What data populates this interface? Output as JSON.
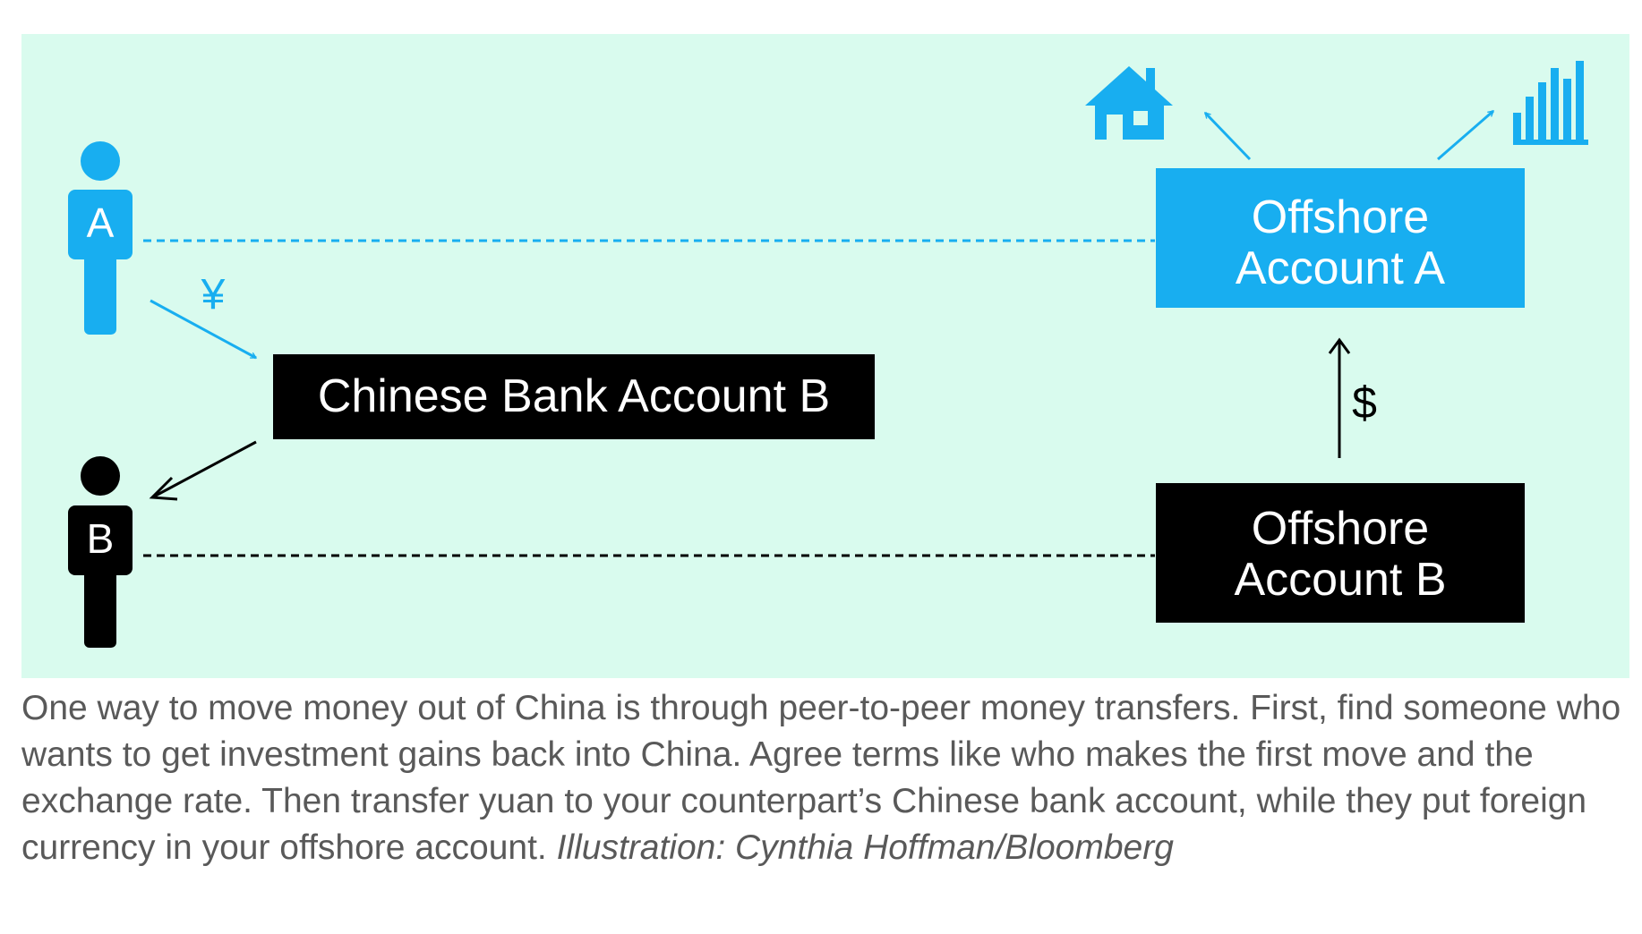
{
  "diagram": {
    "person_a_label": "A",
    "person_b_label": "B",
    "chinese_bank_account": "Chinese Bank Account B",
    "offshore_a": {
      "line1": "Offshore",
      "line2": "Account A"
    },
    "offshore_b": {
      "line1": "Offshore",
      "line2": "Account B"
    },
    "yuan_symbol": "¥",
    "dollar_symbol": "$",
    "icons": [
      "house-icon",
      "bar-chart-icon",
      "person-icon"
    ],
    "colors": {
      "background": "#d9fbee",
      "accent_blue": "#18aef0",
      "black": "#000000",
      "white_text": "#ffffff"
    }
  },
  "caption": {
    "text": "One way to move money out of China is through peer-to-peer money transfers. First, find someone who wants to get investment gains back into China. Agree terms like who makes the first move and the exchange rate. Then transfer yuan to your counterpart’s Chinese bank account, while they put foreign currency in your offshore account. ",
    "credit": "Illustration: Cynthia Hoffman/Bloomberg"
  }
}
